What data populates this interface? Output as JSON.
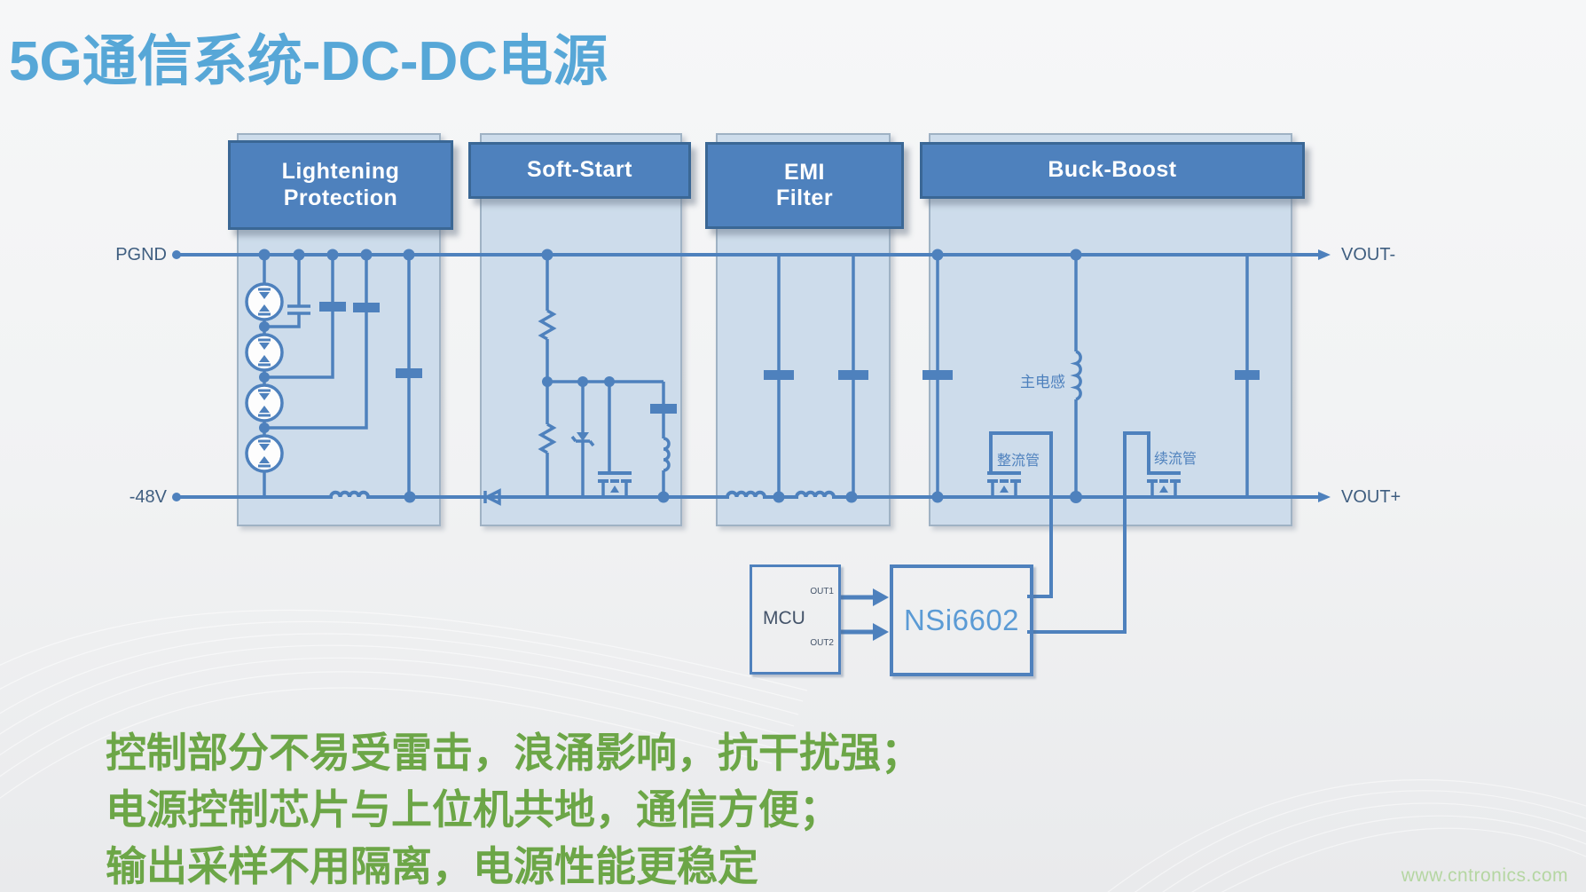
{
  "title": "5G通信系统-DC-DC电源",
  "blocks": [
    {
      "line1": "Lightening",
      "line2": "Protection"
    },
    {
      "line1": "Soft-Start"
    },
    {
      "line1": "EMI",
      "line2": "Filter"
    },
    {
      "line1": "Buck-Boost"
    }
  ],
  "rails": {
    "top_left": "PGND",
    "top_right": "VOUT-",
    "bottom_left": "-48V",
    "bottom_right": "VOUT+"
  },
  "buckboost": {
    "main_inductor": "主电感",
    "rectifier": "整流管",
    "freewheel": "续流管"
  },
  "control": {
    "mcu": "MCU",
    "out1": "OUT1",
    "out2": "OUT2",
    "isolator": "NSi6602"
  },
  "bullets": [
    "控制部分不易受雷击，浪涌影响，抗干扰强；",
    "电源控制芯片与上位机共地，通信方便；",
    "输出采样不用隔离，电源性能更稳定"
  ],
  "watermark": "www.cntronics.com",
  "colors": {
    "title_blue": "#57a7d7",
    "header_blue": "#4e81bd",
    "header_border": "#3a6795",
    "panel_blue": "#cddceb",
    "line_blue": "#4e81bd",
    "label_slate": "#3f5e80",
    "chip_text_blue": "#5b9bd5",
    "bullet_green": "#6ca647",
    "watermark_green": "#b5d6a2"
  }
}
